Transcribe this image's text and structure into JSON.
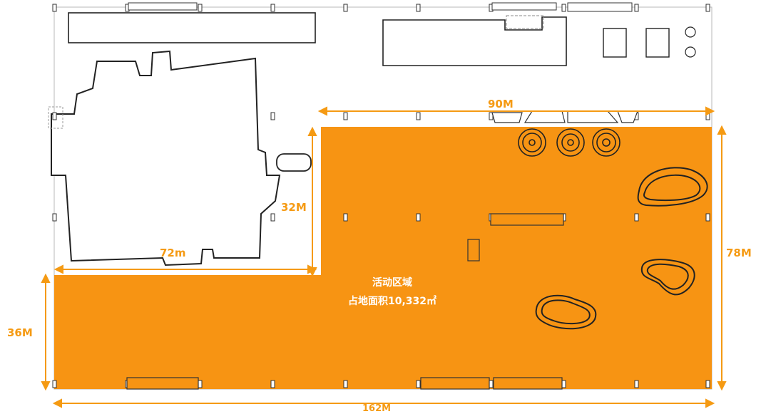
{
  "area": {
    "title": "活动区域",
    "subtitle": "占地面积10,332㎡"
  },
  "dimensions": {
    "top_width": "90M",
    "right_height": "78M",
    "left_height": "36M",
    "notch_width": "72m",
    "notch_height": "32M",
    "bottom_width": "162M"
  },
  "colors": {
    "activity_area": "#f79413",
    "dimension_text": "#f59a13",
    "outline": "#222222"
  }
}
